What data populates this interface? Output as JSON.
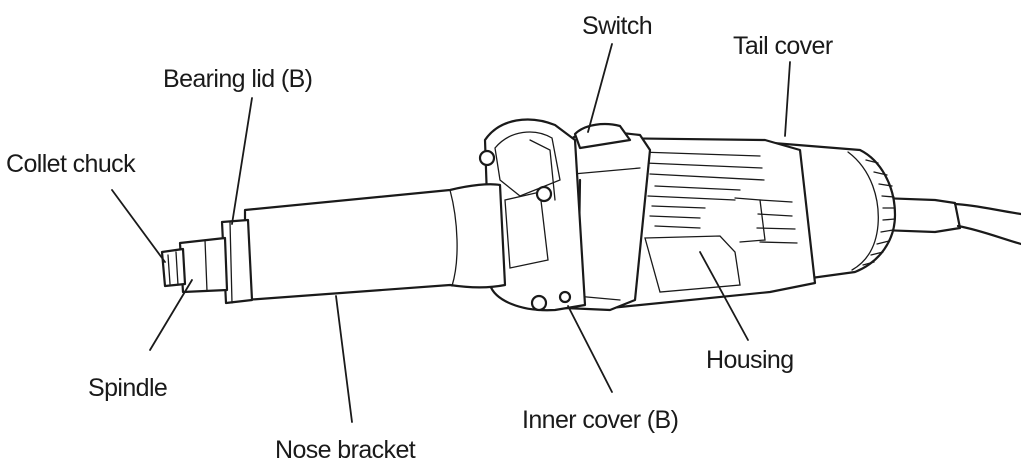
{
  "labels": {
    "collet_chuck": "Collet chuck",
    "bearing_lid": "Bearing lid (B)",
    "switch": "Switch",
    "tail_cover": "Tail cover",
    "spindle": "Spindle",
    "nose_bracket": "Nose bracket",
    "inner_cover": "Inner cover (B)",
    "housing": "Housing"
  }
}
